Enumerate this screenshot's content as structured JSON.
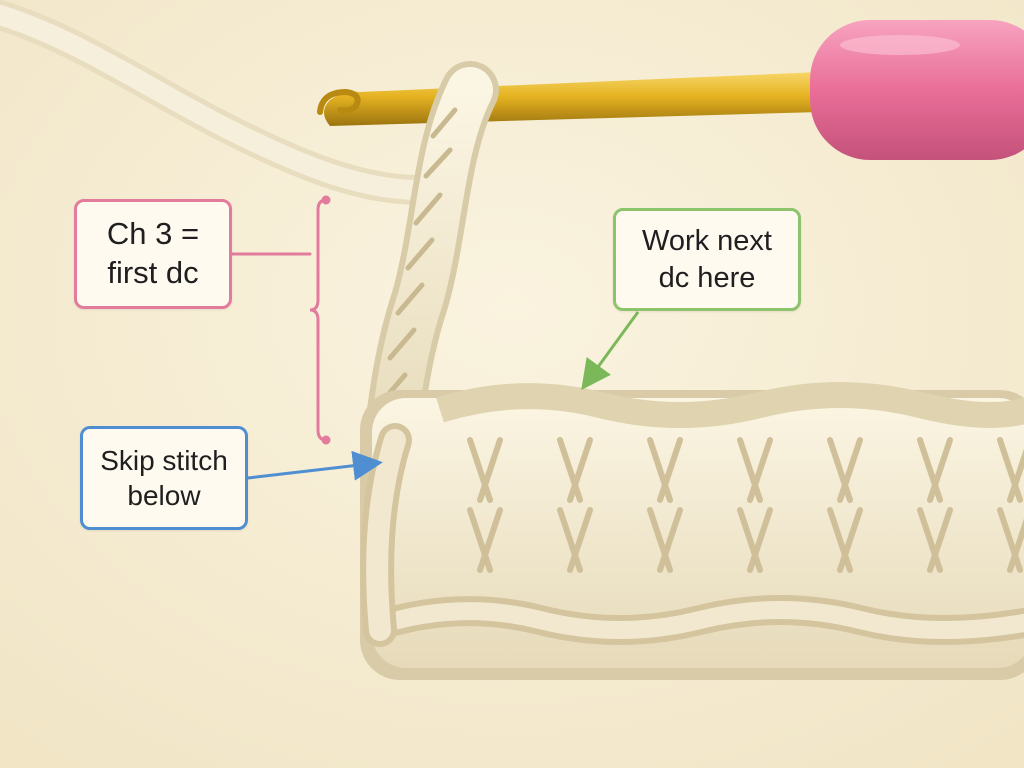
{
  "labels": {
    "chain": {
      "line1": "Ch 3 =",
      "line2": "first dc",
      "color": "#e27b9c"
    },
    "work_next": {
      "line1": "Work next",
      "line2": "dc here",
      "color": "#8cc36b"
    },
    "skip": {
      "line1": "Skip stitch",
      "line2": "below",
      "color": "#4f8fd1"
    }
  },
  "colors": {
    "background": "#f7efd9",
    "yarn": "#f3ead2",
    "yarn_shadow": "#d9cba8",
    "hook_gold": "#e5b321",
    "hook_handle": "#e96e98"
  }
}
